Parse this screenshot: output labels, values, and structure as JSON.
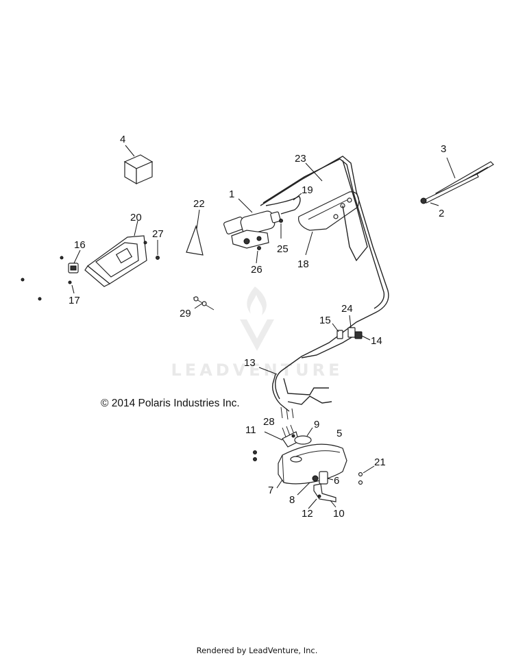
{
  "watermark": {
    "text": "LEADVENTURE"
  },
  "copyright": "© 2014 Polaris Industries Inc.",
  "footer": "Rendered by LeadVenture, Inc.",
  "callouts": {
    "c1": "1",
    "c2": "2",
    "c3": "3",
    "c4": "4",
    "c5": "5",
    "c6": "6",
    "c7": "7",
    "c8": "8",
    "c9": "9",
    "c10": "10",
    "c11": "11",
    "c12": "12",
    "c13": "13",
    "c14": "14",
    "c15": "15",
    "c16": "16",
    "c17": "17",
    "c18": "18",
    "c19": "19",
    "c20": "20",
    "c21": "21",
    "c22": "22",
    "c23": "23",
    "c24": "24",
    "c25": "25",
    "c26": "26",
    "c27": "27",
    "c28": "28",
    "c29": "29"
  }
}
